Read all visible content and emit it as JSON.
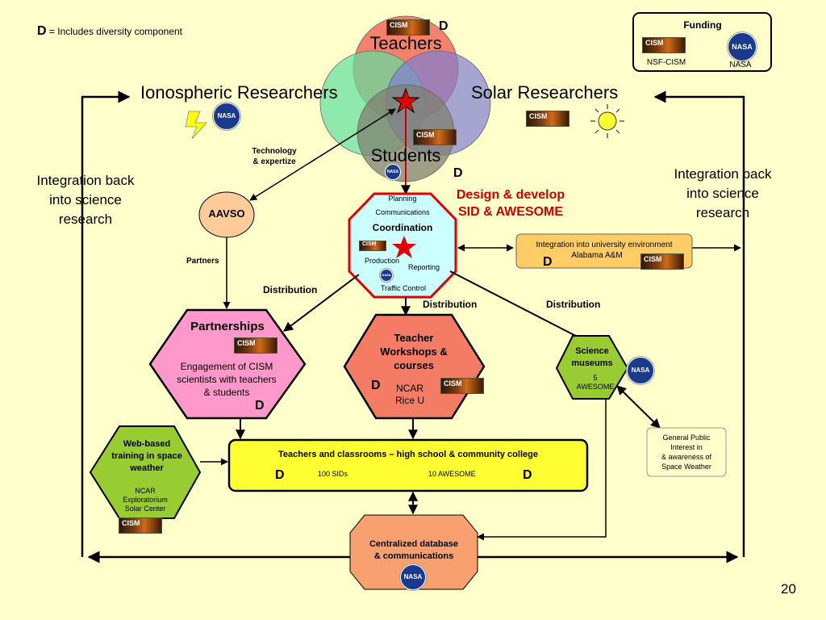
{
  "legend": {
    "d": "D",
    "text": "= Includes diversity component"
  },
  "funding": {
    "title": "Funding",
    "cism_label": "NSF-CISM",
    "nasa_label": "NASA"
  },
  "venn": {
    "teachers": "Teachers",
    "ionospheric": "Ionospheric Researchers",
    "solar": "Solar Researchers",
    "students": "Students",
    "d_teachers": "D",
    "d_students": "D"
  },
  "arrow_labels": {
    "tech": "Technology\n& expertize",
    "partners": "Partners",
    "dist1": "Distribution",
    "dist2": "Distribution",
    "dist3": "Distribution"
  },
  "integration": {
    "left": "Integration back\ninto science\nresearch",
    "right": "Integration back\ninto science\nresearch"
  },
  "aavso": "AAVSO",
  "design": {
    "line1": "Design & develop",
    "line2": "SID & AWESOME"
  },
  "coordination": {
    "title": "Coordination",
    "planning": "Planning",
    "communications": "Communications",
    "production": "Production",
    "reporting": "Reporting",
    "traffic": "Traffic Control"
  },
  "university": {
    "line1": "Integration into university environment",
    "line2": "Alabama A&M",
    "d": "D"
  },
  "partnerships": {
    "title": "Partnerships",
    "body": "Engagement of CISM\nscientists with teachers\n& students",
    "d": "D"
  },
  "workshops": {
    "title": "Teacher\nWorkshops &\ncourses",
    "body": "NCAR\nRice U",
    "d": "D"
  },
  "museums": {
    "title": "Science\nmuseums",
    "body": "5\nAWESOME"
  },
  "public": {
    "text": "General Public\nInterest in\n& awareness of\nSpace Weather"
  },
  "web": {
    "title": "Web-based\ntraining in space\nweather",
    "body": "NCAR\nExploratorium\nSolar Center"
  },
  "classrooms": {
    "title": "Teachers and classrooms – high school & community college",
    "sids": "100 SIDs",
    "awesome": "10 AWESOME",
    "d_left": "D",
    "d_right": "D"
  },
  "database": {
    "title": "Centralized database\n& communications"
  },
  "logos": {
    "cism": "CISM",
    "nasa": "NASA"
  },
  "page_number": "20",
  "colors": {
    "background": "#ffffcc",
    "design_text": "#cc0000",
    "teachers": "#f26b5b",
    "ionospheric": "#5fe0a0",
    "solar": "#7f7fd0",
    "students": "#7f7f70",
    "coordination": "#ccffff",
    "partnerships": "#ff99cc",
    "workshops": "#f47c64",
    "museums": "#99cc33",
    "classrooms": "#ffff33",
    "database": "#f9a070"
  }
}
